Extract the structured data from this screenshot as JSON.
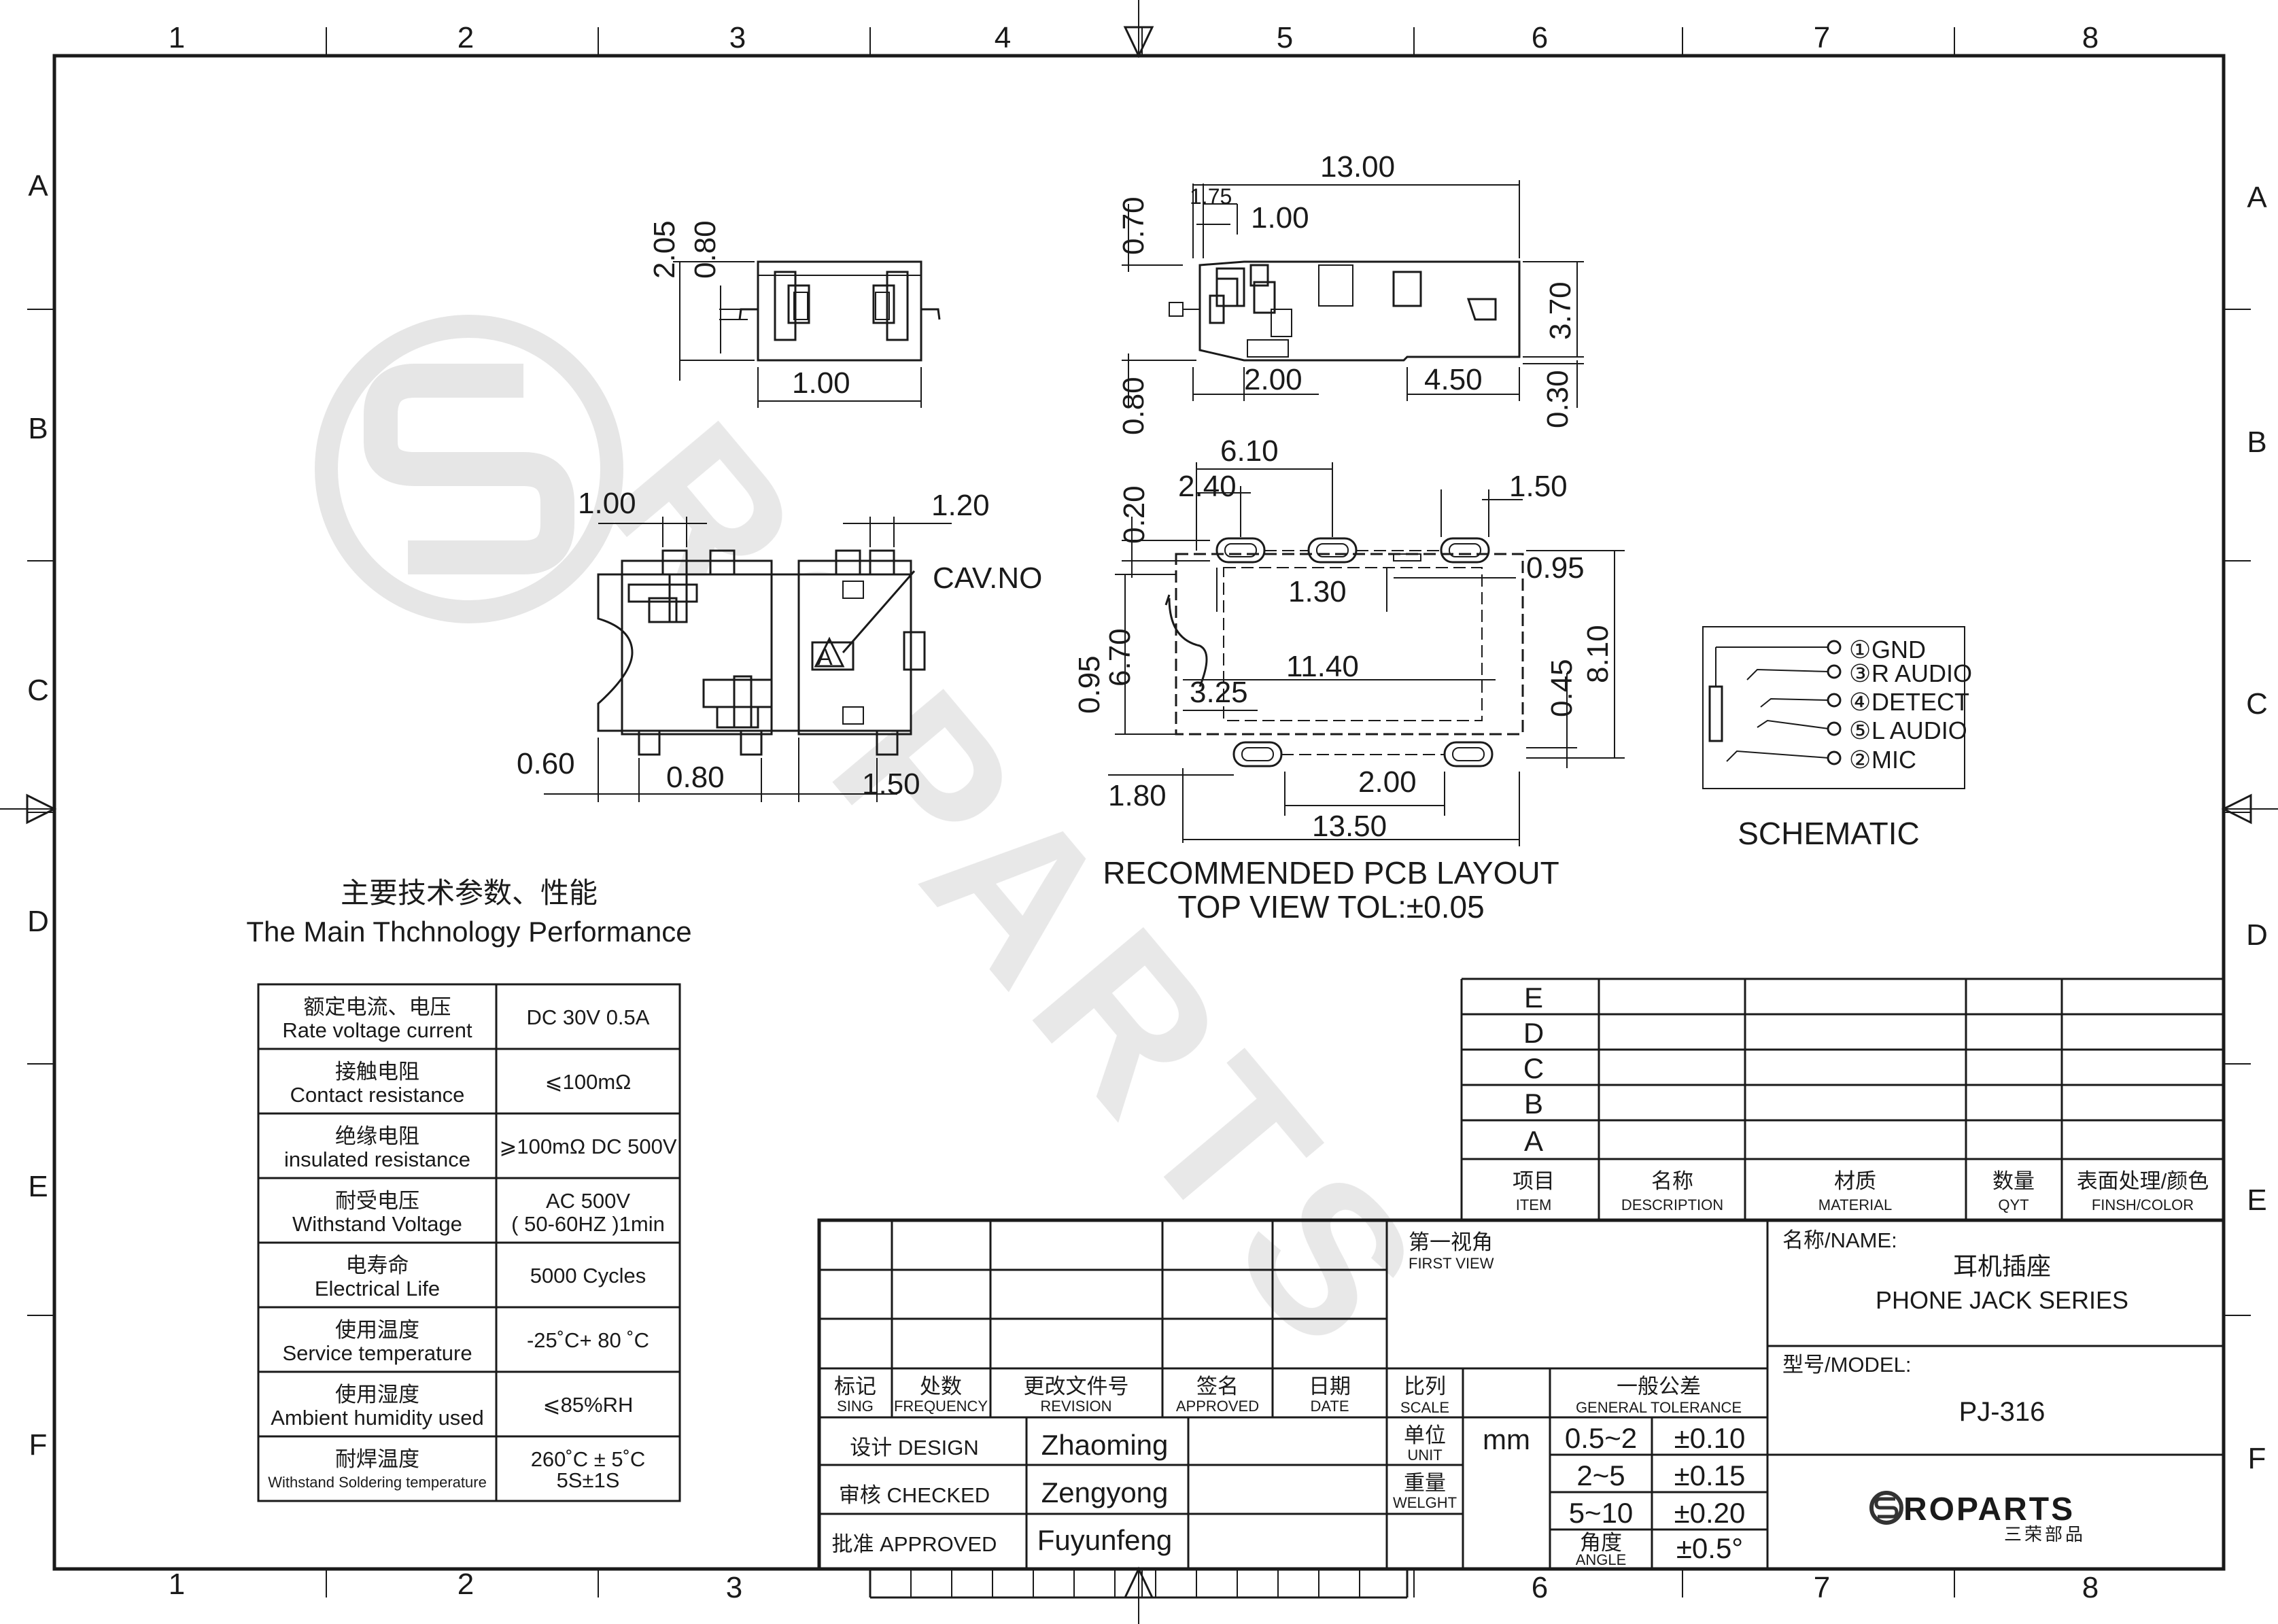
{
  "grid": {
    "columns": [
      "1",
      "2",
      "3",
      "4",
      "5",
      "6",
      "7",
      "8"
    ],
    "rows": [
      "A",
      "B",
      "C",
      "D",
      "E",
      "F"
    ]
  },
  "dims": {
    "side_205": "2.05",
    "side_080": "0.80",
    "side_100": "1.00",
    "top_1300": "13.00",
    "top_070": "0.70",
    "top_175": "1.75",
    "top_100": "1.00",
    "top_370": "3.70",
    "top_080": "0.80",
    "top_200": "2.00",
    "top_450": "4.50",
    "top_030": "0.30",
    "bot_100": "1.00",
    "bot_120": "1.20",
    "bot_060": "0.60",
    "bot_080": "0.80",
    "bot_150": "1.50",
    "pcb_610": "6.10",
    "pcb_240": "2.40",
    "pcb_150": "1.50",
    "pcb_020": "0.20",
    "pcb_095r": "0.95",
    "pcb_130": "1.30",
    "pcb_095l": "0.95",
    "pcb_670": "6.70",
    "pcb_1140": "11.40",
    "pcb_045": "0.45",
    "pcb_810": "8.10",
    "pcb_325": "3.25",
    "pcb_180": "1.80",
    "pcb_200": "2.00",
    "pcb_1350": "13.50"
  },
  "labels": {
    "cav_no": "CAV.NO",
    "cav_mark": "A",
    "pcb_title": "RECOMMENDED PCB LAYOUT",
    "pcb_tol": "TOP VIEW TOL:±0.05",
    "schematic_title": "SCHEMATIC"
  },
  "schematic": {
    "pins": [
      {
        "num": "①",
        "name": "GND"
      },
      {
        "num": "③",
        "name": "R AUDIO"
      },
      {
        "num": "④",
        "name": "DETECT"
      },
      {
        "num": "⑤",
        "name": "L AUDIO"
      },
      {
        "num": "②",
        "name": "MIC"
      }
    ]
  },
  "performance": {
    "title_cn": "主要技术参数、性能",
    "title_en": "The Main Thchnology Performance",
    "rows": [
      {
        "cn": "额定电流、电压",
        "en": "Rate voltage current",
        "value": "DC 30V   0.5A"
      },
      {
        "cn": "接触电阻",
        "en": "Contact resistance",
        "value": "⩽100mΩ"
      },
      {
        "cn": "绝缘电阻",
        "en": "insulated resistance",
        "value": "⩾100mΩ DC 500V"
      },
      {
        "cn": "耐受电压",
        "en": "Withstand Voltage",
        "value": "AC 500V",
        "value2": "( 50-60HZ )1min"
      },
      {
        "cn": "电寿命",
        "en": "Electrical Life",
        "value": "5000 Cycles"
      },
      {
        "cn": "使用温度",
        "en": "Service temperature",
        "value": "-25˚C+ 80 ˚C"
      },
      {
        "cn": "使用湿度",
        "en": "Ambient humidity used",
        "value": "⩽85%RH"
      },
      {
        "cn": "耐焊温度",
        "en": "Withstand Soldering temperature",
        "value": "260˚C ± 5˚C",
        "value2": "5S±1S"
      }
    ]
  },
  "bom": {
    "rows": [
      "E",
      "D",
      "C",
      "B",
      "A"
    ],
    "headers": [
      {
        "cn": "项目",
        "en": "ITEM"
      },
      {
        "cn": "名称",
        "en": "DESCRIPTION"
      },
      {
        "cn": "材质",
        "en": "MATERIAL"
      },
      {
        "cn": "数量",
        "en": "QYT"
      },
      {
        "cn": "表面处理/颜色",
        "en": "FINSH/COLOR"
      }
    ]
  },
  "title_block": {
    "revision_headers": [
      {
        "cn": "标记",
        "en": "SING"
      },
      {
        "cn": "处数",
        "en": "FREQUENCY"
      },
      {
        "cn": "更改文件号",
        "en": "REVISION"
      },
      {
        "cn": "签名",
        "en": "APPROVED"
      },
      {
        "cn": "日期",
        "en": "DATE"
      }
    ],
    "design_label": "设计 DESIGN",
    "design_name": "Zhaoming",
    "checked_label": "审核 CHECKED",
    "checked_name": "Zengyong",
    "approved_label": "批准 APPROVED",
    "approved_name": "Fuyunfeng",
    "first_view_cn": "第一视角",
    "first_view_en": "FIRST VIEW",
    "scale_cn": "比列",
    "scale_en": "SCALE",
    "unit_cn": "单位",
    "unit_en": "UNIT",
    "unit_value": "mm",
    "weight_cn": "重量",
    "weight_en": "WELGHT",
    "tolerance_cn": "一般公差",
    "tolerance_en": "GENERAL TOLERANCE",
    "tolerances": [
      {
        "range": "0.5~2",
        "tol": "±0.10"
      },
      {
        "range": "2~5",
        "tol": "±0.15"
      },
      {
        "range": "5~10",
        "tol": "±0.20"
      }
    ],
    "angle_cn": "角度",
    "angle_en": "ANGLE",
    "angle_tol": "±0.5°",
    "name_label": "名称/NAME:",
    "name_cn": "耳机插座",
    "name_en": "PHONE JACK SERIES",
    "model_label": "型号/MODEL:",
    "model_value": "PJ-316",
    "logo_text": "ROPARTS",
    "logo_cn": "三荣部品"
  },
  "watermark": "ROPARTS"
}
